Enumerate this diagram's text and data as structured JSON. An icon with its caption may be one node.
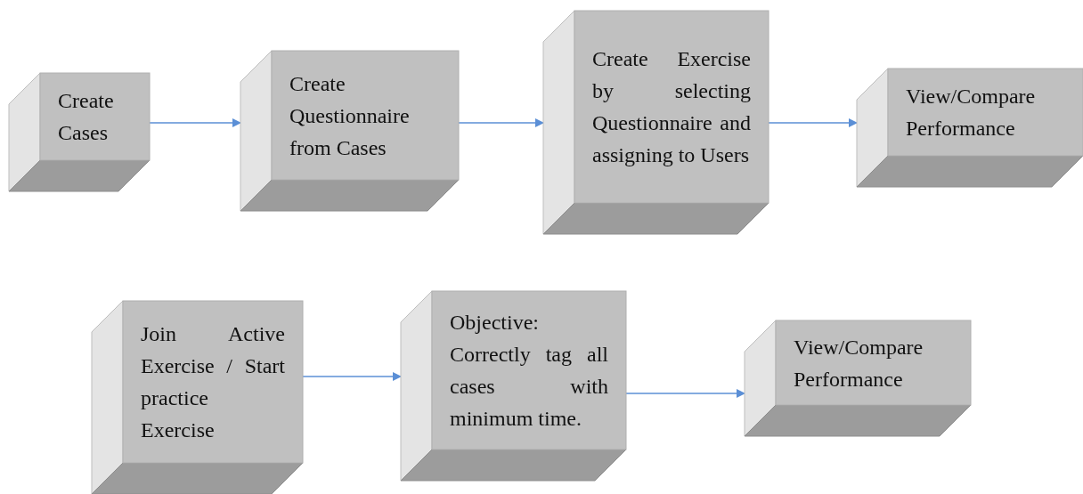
{
  "diagram": {
    "nodes": [
      {
        "text": [
          "Create Cases"
        ]
      },
      {
        "text": [
          "Create Questionnaire from Cases"
        ]
      },
      {
        "text": [
          "Create Exercise by selecting Questionnaire and assigning to Users"
        ]
      },
      {
        "text": [
          "View/Compare Performance"
        ]
      },
      {
        "text": [
          "Join Active Exercise / Start practice Exercise"
        ]
      },
      {
        "text": [
          "Objective: Correctly tag all cases with minimum time."
        ]
      },
      {
        "text": [
          "View/Compare Performance"
        ]
      }
    ],
    "edges": [
      {
        "from": 0,
        "to": 1,
        "arrow": "to"
      },
      {
        "from": 1,
        "to": 2,
        "arrow": "to"
      },
      {
        "from": 2,
        "to": 3,
        "arrow": "to"
      },
      {
        "from": 4,
        "to": 5,
        "arrow": "to"
      },
      {
        "from": 5,
        "to": 6,
        "arrow": "to"
      }
    ]
  }
}
